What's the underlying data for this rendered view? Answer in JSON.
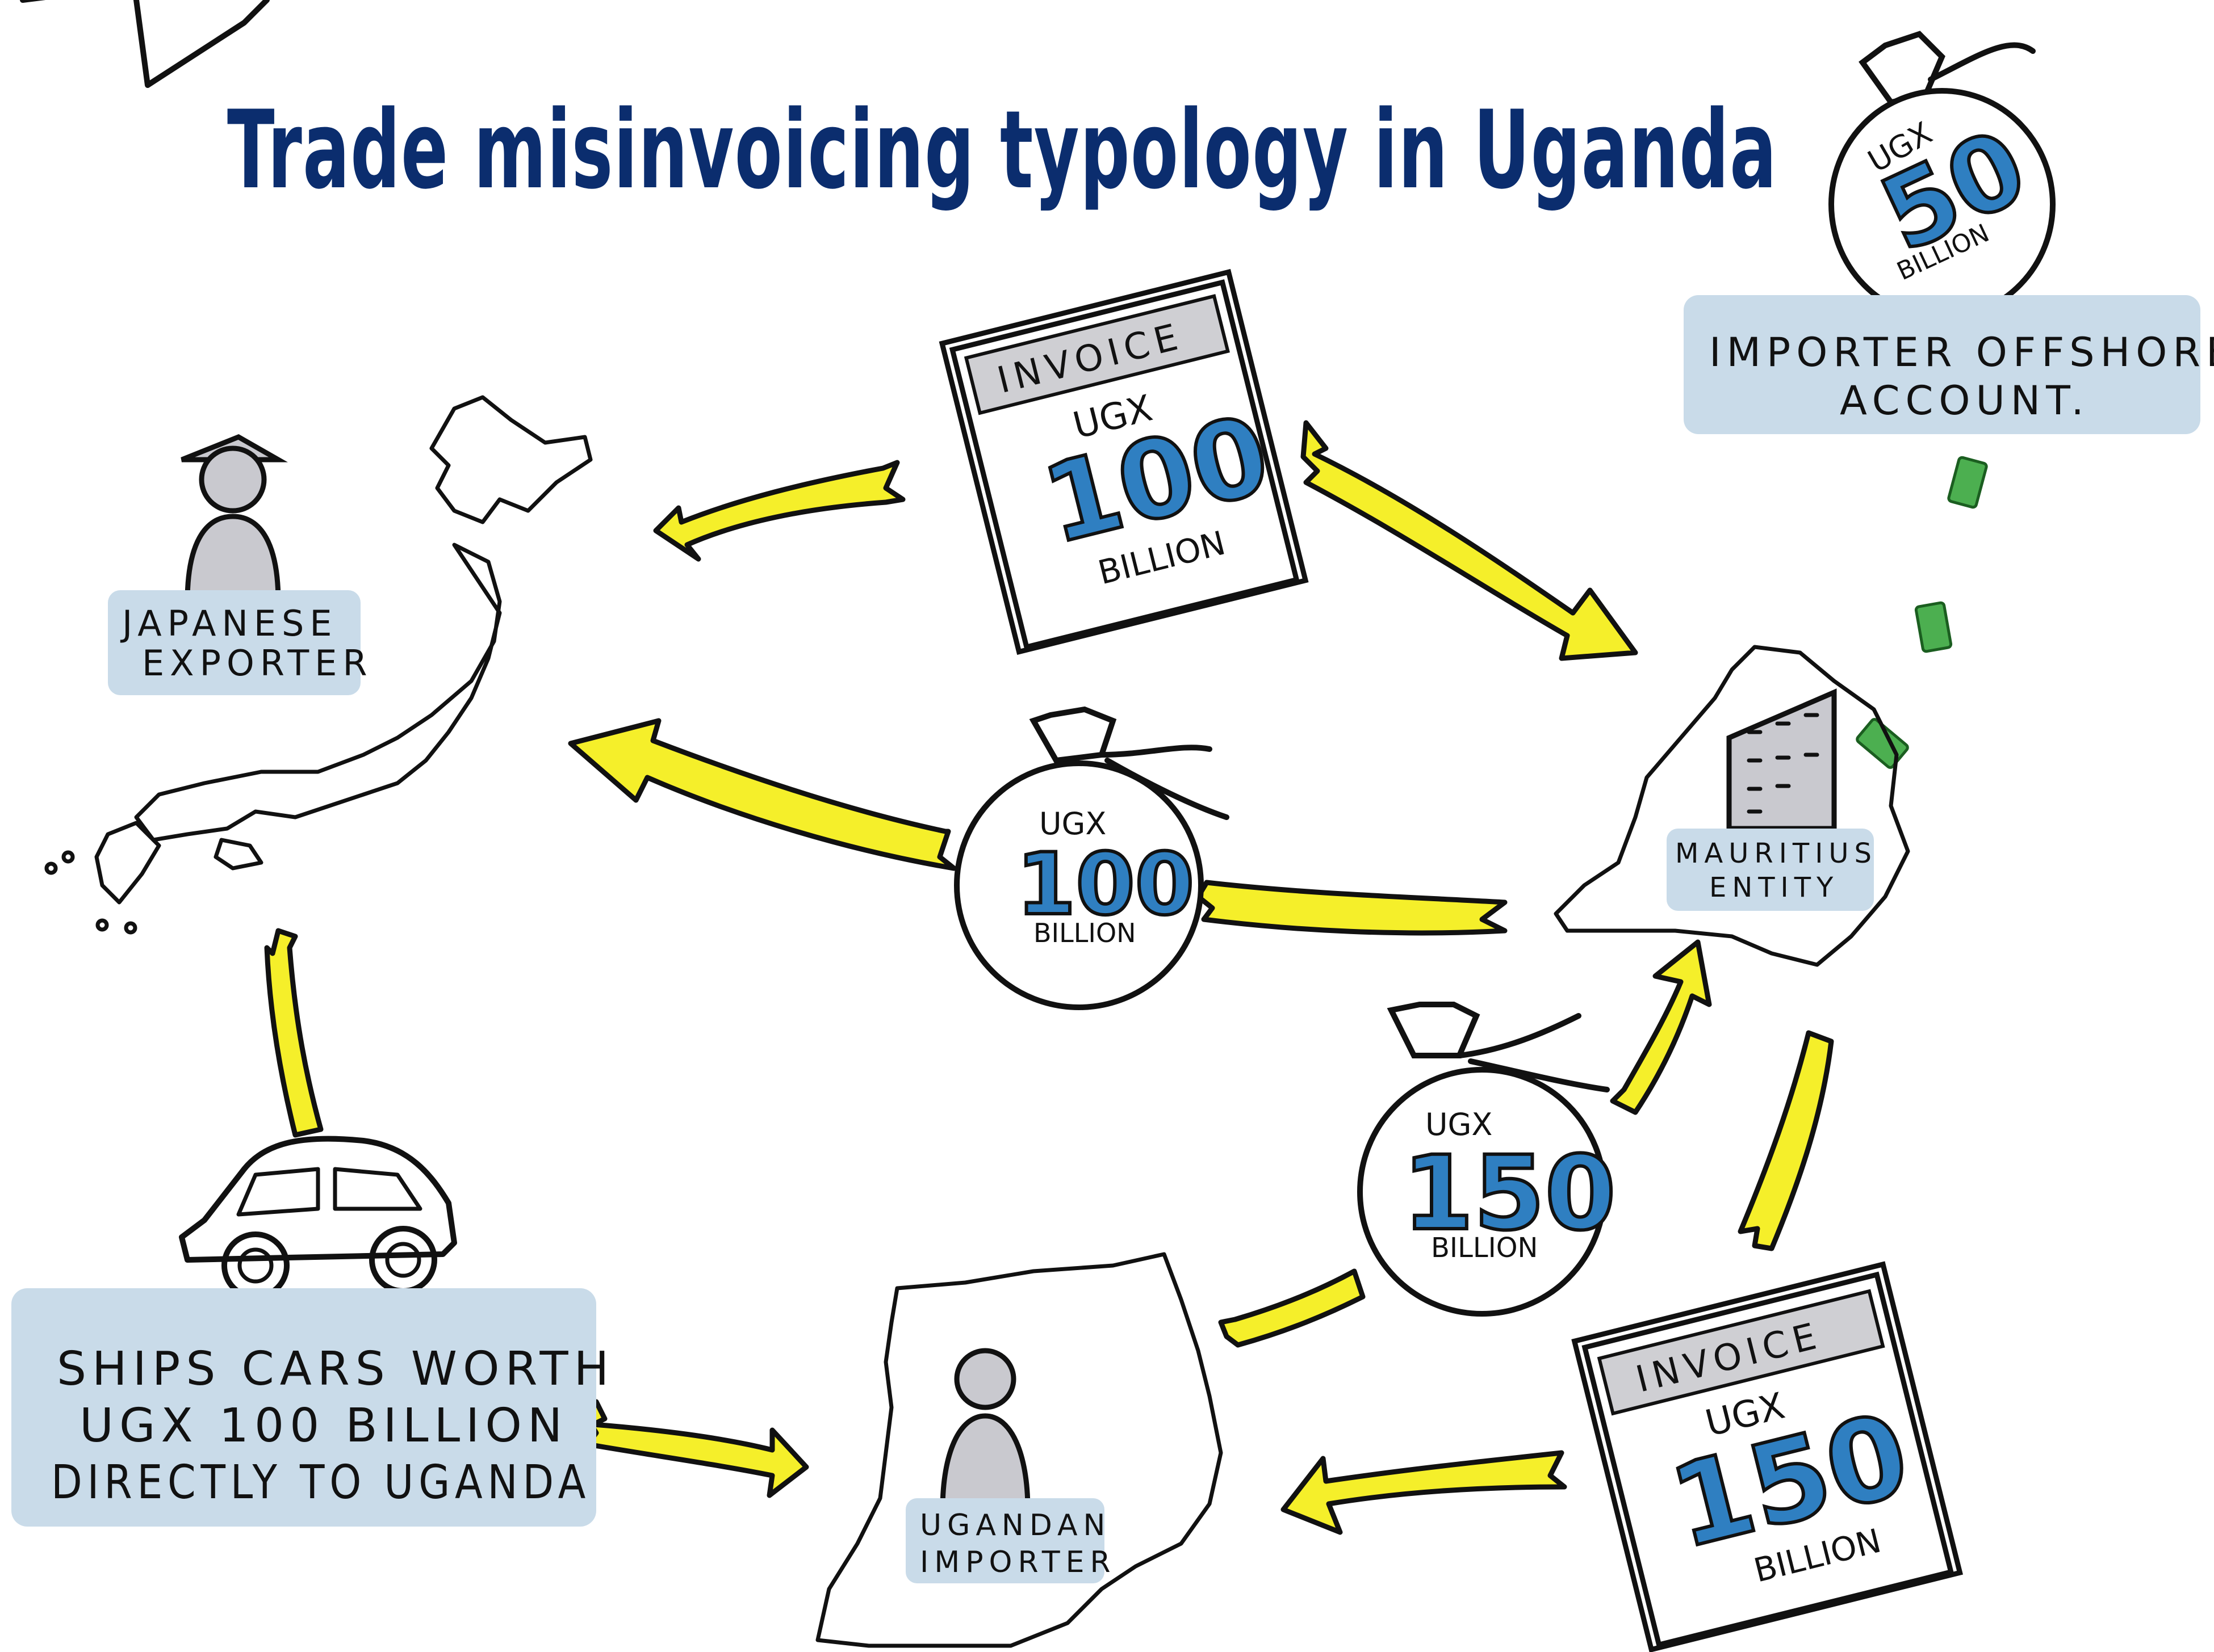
{
  "title": "Trade misinvoicing typology in Uganda",
  "colors": {
    "title": "#0b2d6e",
    "arrow": "#f5ef2a",
    "label_box": "#c9dbe9",
    "amount_blue": "#2f7fc1",
    "ink": "#111111",
    "bill_green": "#4caf50"
  },
  "nodes": {
    "japanese_exporter": {
      "label_line1": "JAPANESE",
      "label_line2": "EXPORTER"
    },
    "mauritius_entity": {
      "label_line1": "MAURITIUS",
      "label_line2": "ENTITY"
    },
    "ugandan_importer": {
      "label_line1": "UGANDAN",
      "label_line2": "IMPORTER"
    },
    "offshore_account": {
      "label_line1": "IMPORTER OFFSHORE",
      "label_line2": "ACCOUNT."
    }
  },
  "shipment": {
    "line1": "SHIPS CARS WORTH",
    "line2": "UGX 100 BILLION",
    "line3": "DIRECTLY TO UGANDA"
  },
  "invoices": {
    "invoice_100": {
      "header": "INVOICE",
      "currency": "UGX",
      "amount": "100",
      "unit": "BILLION"
    },
    "invoice_150": {
      "header": "INVOICE",
      "currency": "UGX",
      "amount": "150",
      "unit": "BILLION"
    }
  },
  "bags": {
    "bag_50": {
      "currency": "UGX",
      "amount": "50",
      "unit": "BILLION"
    },
    "bag_100": {
      "currency": "UGX",
      "amount": "100",
      "unit": "BILLION"
    },
    "bag_150": {
      "currency": "UGX",
      "amount": "150",
      "unit": "BILLION"
    }
  },
  "icons": {
    "car": "car-icon",
    "building": "building-icon",
    "bill": "banknote-icon",
    "person": "person-icon",
    "hat": "conical-hat-icon"
  }
}
